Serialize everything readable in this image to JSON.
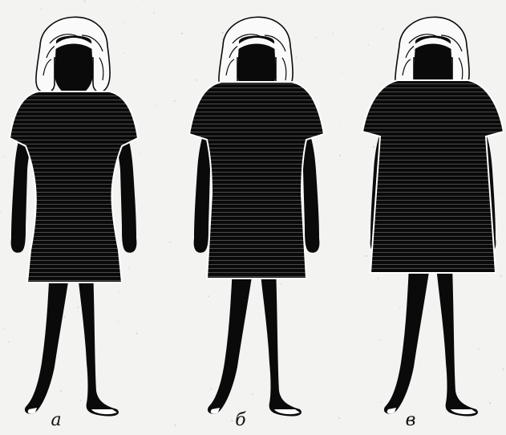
{
  "figure": {
    "panels": [
      {
        "id": "a",
        "label": "а"
      },
      {
        "id": "b",
        "label": "б"
      },
      {
        "id": "c",
        "label": "в"
      }
    ]
  },
  "colors": {
    "paper": "#f3f3f1",
    "ink": "#0a0a0a",
    "hair": "#fafafa",
    "garment_line": "#ffffff"
  }
}
